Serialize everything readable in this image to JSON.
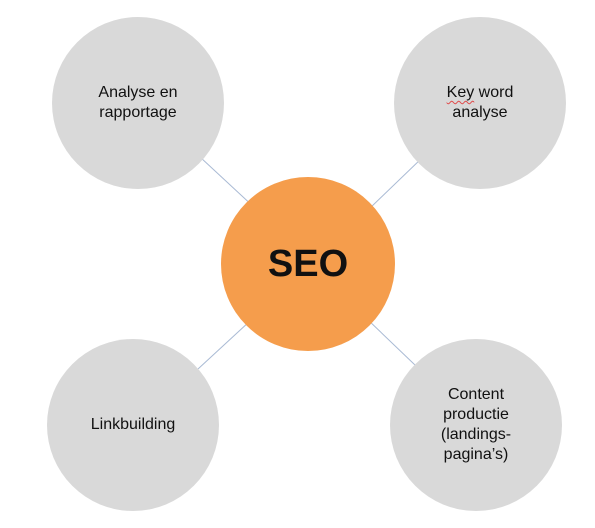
{
  "hub": {
    "label": "SEO",
    "color": "#f59d4c"
  },
  "satellites": {
    "top_left": {
      "lines": [
        "Analyse en",
        "rapportage"
      ]
    },
    "top_right": {
      "word1": "Key",
      "word2": "word",
      "line2": "analyse",
      "spellcheck_marked": "Key"
    },
    "bottom_left": {
      "lines": [
        "Linkbuilding"
      ]
    },
    "bottom_right": {
      "lines": [
        "Content",
        "productie",
        "(landings-",
        "pagina’s)"
      ]
    }
  },
  "colors": {
    "satellite_fill": "#d9d9d9",
    "connector": "#a9bad4",
    "text": "#111111"
  }
}
